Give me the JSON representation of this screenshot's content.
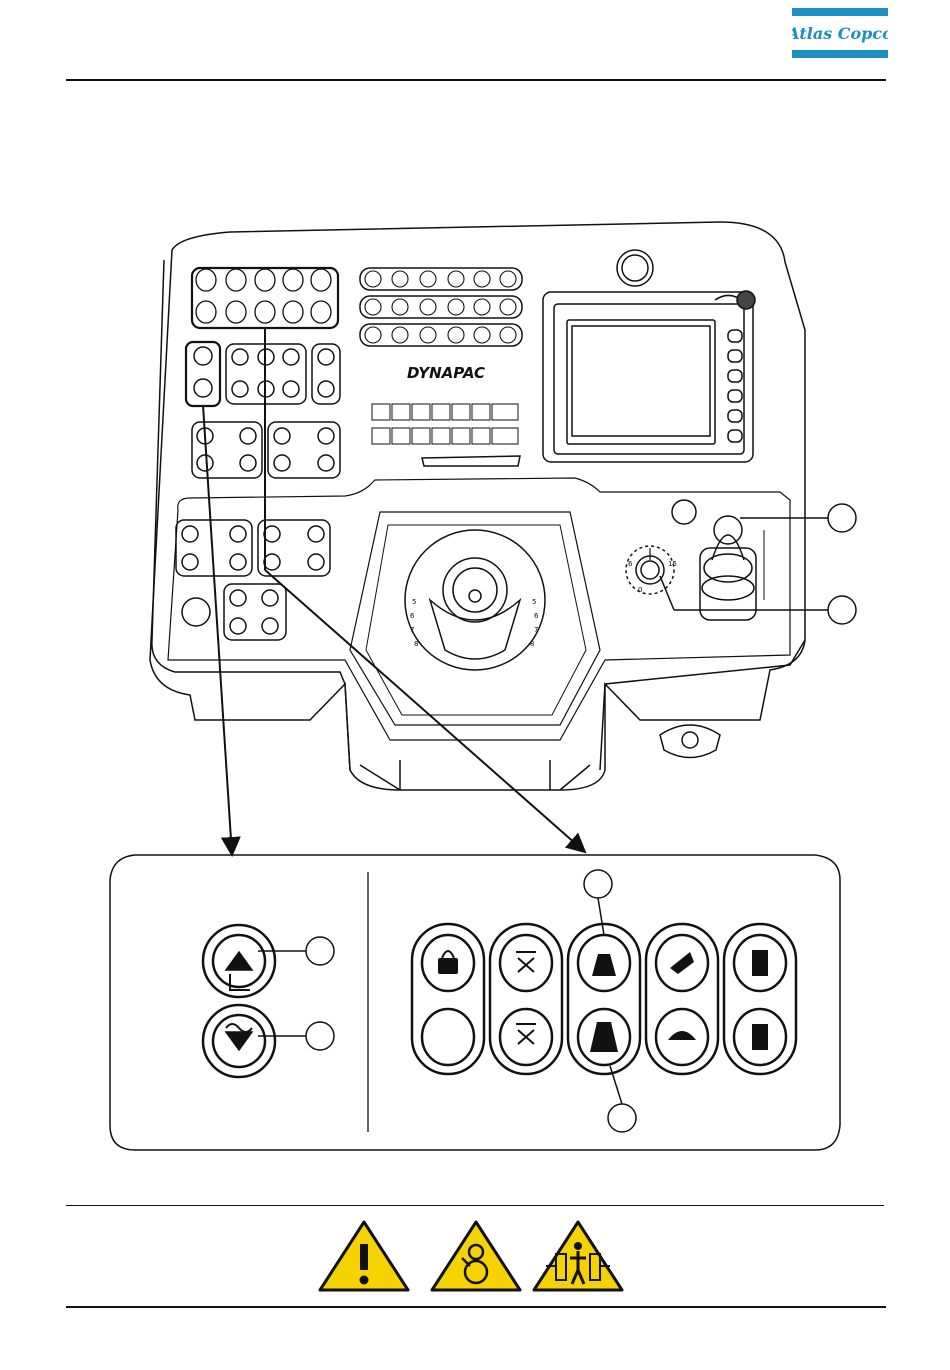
{
  "header": {
    "brand_name": "Atlas Copco",
    "brand_color": "#1b8fc4"
  },
  "panel": {
    "brand_label": "DYNAPAC",
    "vibration_dial_ticks": [
      "5",
      "6",
      "7",
      "8"
    ],
    "speed_dial_ticks": [
      "6",
      "15",
      "0"
    ]
  },
  "warnings": [
    {
      "name": "general-warning-icon"
    },
    {
      "name": "crush-hazard-icon"
    },
    {
      "name": "pinch-hazard-icon"
    }
  ],
  "colors": {
    "line": "#111111",
    "warning_yellow": "#f5d300"
  }
}
